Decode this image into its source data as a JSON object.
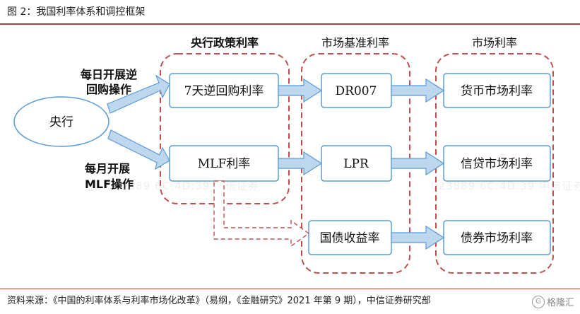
{
  "figure": {
    "title": "图 2：我国利率体系和调控框架",
    "source": "资料来源：《中国的利率体系与利率市场化改革》（易纲，《金融研究》2021 年第 9 期），中信证券研究部",
    "brand": "格隆汇",
    "watermark": "023889  6C:4D:39  中信证券"
  },
  "groups": {
    "policy": "央行政策利率",
    "benchmark": "市场基准利率",
    "market": "市场利率"
  },
  "nodes": {
    "central_bank": "央行",
    "reverse_repo": "7天逆回购利率",
    "mlf": "MLF利率",
    "dr007": "DR007",
    "lpr": "LPR",
    "treasury_yield": "国债收益率",
    "money_market": "货币市场利率",
    "credit_market": "信贷市场利率",
    "bond_market": "债券市场利率"
  },
  "edge_labels": {
    "daily_line1": "每日开展逆",
    "daily_line2": "回购操作",
    "monthly_line1": "每月开展",
    "monthly_line2": "MLF操作"
  },
  "colors": {
    "arrow_fill": "#bdd7ee",
    "arrow_stroke": "#5b9bd5",
    "box_stroke": "#5b9bd5",
    "dashed_group": "#c0504d",
    "rule": "#b04040"
  }
}
